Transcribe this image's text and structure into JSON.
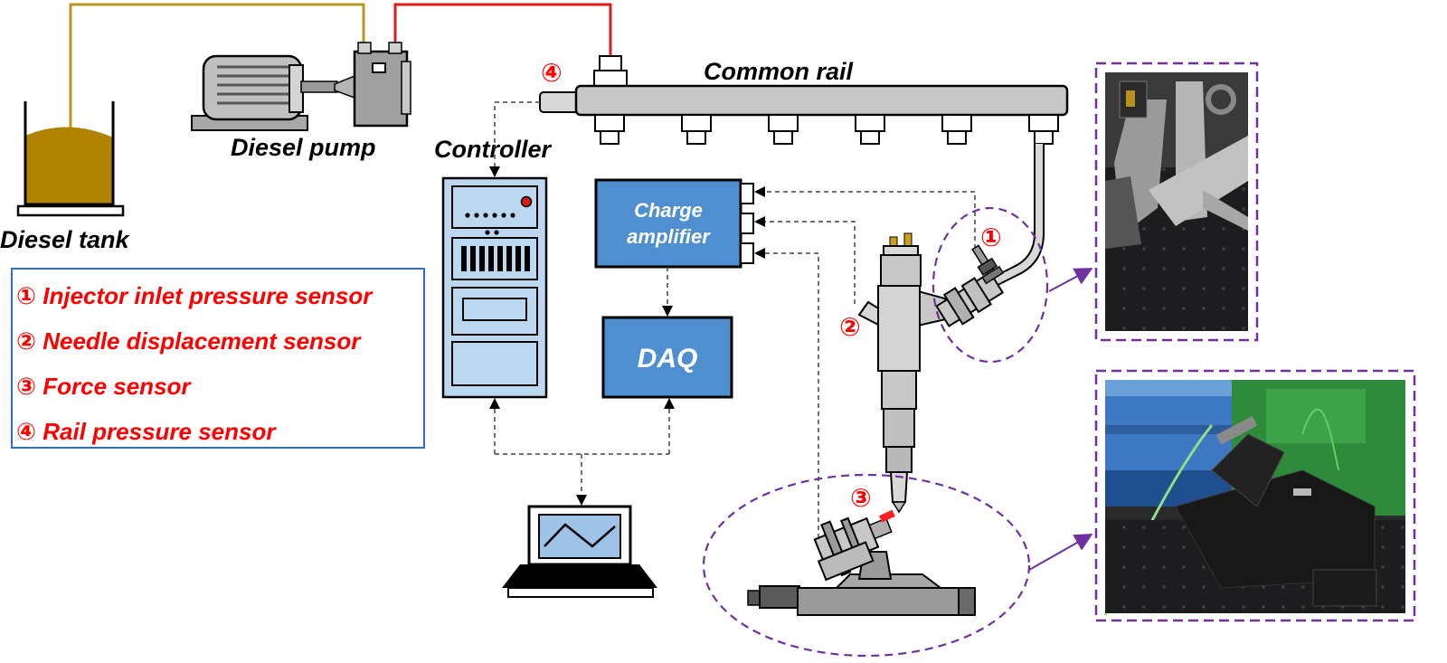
{
  "labels": {
    "diesel_tank": "Diesel tank",
    "diesel_pump": "Diesel pump",
    "common_rail": "Common rail",
    "controller": "Controller",
    "charge_amplifier_line1": "Charge",
    "charge_amplifier_line2": "amplifier",
    "daq": "DAQ"
  },
  "markers": {
    "m1": "①",
    "m2": "②",
    "m3": "③",
    "m4": "④"
  },
  "legend": [
    "① Injector inlet pressure sensor",
    "② Needle displacement sensor",
    "③ Force sensor",
    "④ Rail pressure sensor"
  ],
  "colors": {
    "fuel_line": "#b8961e",
    "pressure_line": "#e21a1a",
    "fuel": "#b08400",
    "box_blue": "#4f8fd0",
    "controller_blue": "#bcd7f0",
    "marker_red": "#ff0000",
    "highlight_purple": "#7030a0",
    "legend_border": "#2f6fb5"
  }
}
